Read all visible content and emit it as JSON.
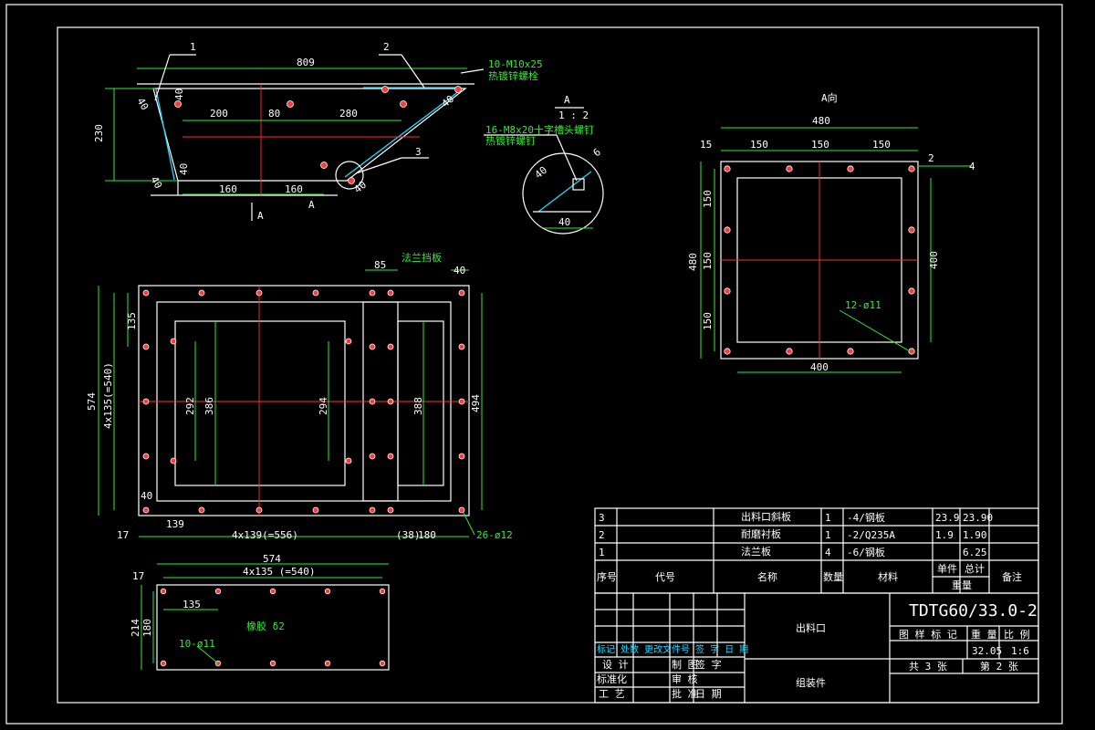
{
  "top_view": {
    "balloons": [
      "1",
      "2",
      "3"
    ],
    "dims": {
      "overall": "809",
      "d200": "200",
      "d80": "80",
      "d280": "280",
      "d160a": "160",
      "d160b": "160",
      "d230": "230",
      "d40a": "40",
      "d40b": "40",
      "d40c": "40",
      "d40d": "40",
      "d40e": "40",
      "d40f": "40"
    },
    "bolt_note": "10-M10x25",
    "bolt_sub": "热镀锌螺栓",
    "section_marker": "A",
    "view_arrow": "A"
  },
  "detail_view": {
    "title": "A",
    "scale": "1 : 2",
    "note": "16-M8x20十字槽头螺钉",
    "note_sub": "热镀锌螺钉",
    "dim_a": "40",
    "dim_b": "40",
    "dim_c": "6"
  },
  "a_view": {
    "title": "A向",
    "width": "480",
    "d15": "15",
    "d150a": "150",
    "d150b": "150",
    "d150c": "150",
    "d150v1": "150",
    "d150v2": "150",
    "d150v3": "150",
    "height": "480",
    "inner": "400",
    "inner_bottom": "400",
    "holes": "12-ø11",
    "weld_a": "2",
    "weld_b": "4"
  },
  "front_view": {
    "label_top": "法兰挡板",
    "d85": "85",
    "d40": "40",
    "d135": "135",
    "d574": "574",
    "d540": "4x135(=540)",
    "d292": "292",
    "d386": "386",
    "d294": "294",
    "d388": "388",
    "d494": "494",
    "d40b": "40",
    "d139": "139",
    "d556": "4x139(=556)",
    "d38": "(38)",
    "d180": "180",
    "d17": "17",
    "holes": "26-ø12"
  },
  "plate_view": {
    "d574": "574",
    "d540": "4x135 (=540)",
    "d17": "17",
    "d135": "135",
    "d214": "214",
    "d180": "180",
    "holes": "10-ø11",
    "label": "橡胶 δ2"
  },
  "parts_table": {
    "rows": [
      {
        "no": "3",
        "name": "出料口斜板",
        "qty": "1",
        "material": "-4/钢板",
        "unit": "23.9",
        "total": "23.90"
      },
      {
        "no": "2",
        "name": "耐磨衬板",
        "qty": "1",
        "material": "-2/Q235A",
        "unit": "1.9",
        "total": "1.90"
      },
      {
        "no": "1",
        "name": "法兰板",
        "qty": "4",
        "material": "-6/钢板",
        "unit": "",
        "total": "6.25"
      }
    ],
    "headers": {
      "no": "序号",
      "code": "代号",
      "name": "名称",
      "qty": "数量",
      "material": "材料",
      "unit": "单件",
      "total": "总计",
      "weight": "重量",
      "remark": "备注"
    }
  },
  "title_block": {
    "drawing_no": "TDTG60/33.0-2",
    "part_name": "出料口",
    "type": "组装件",
    "weight": "32.05",
    "scale": "1:6",
    "total_sheets": "共 3 张",
    "sheet": "第 2 张",
    "hdr_mark": "图 样 标 记",
    "hdr_weight": "重 量",
    "hdr_scale": "比 例",
    "rev_header": "标记 处数 更改文件号 签 字 日 期",
    "design": "设 计",
    "standard": "标准化",
    "draw": "制 图",
    "check": "审 核",
    "process": "工 艺",
    "approve": "批 准",
    "date": "日 期",
    "sign_label": "签 字"
  }
}
